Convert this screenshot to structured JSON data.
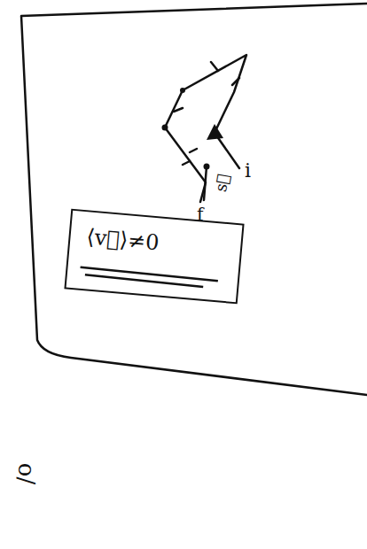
{
  "diagram": {
    "nodes": [
      {
        "text": [
          "⟨v⃗⟩≠0"
        ]
      }
    ],
    "labels": [
      "i",
      "f",
      "s⃗",
      "o/"
    ]
  }
}
